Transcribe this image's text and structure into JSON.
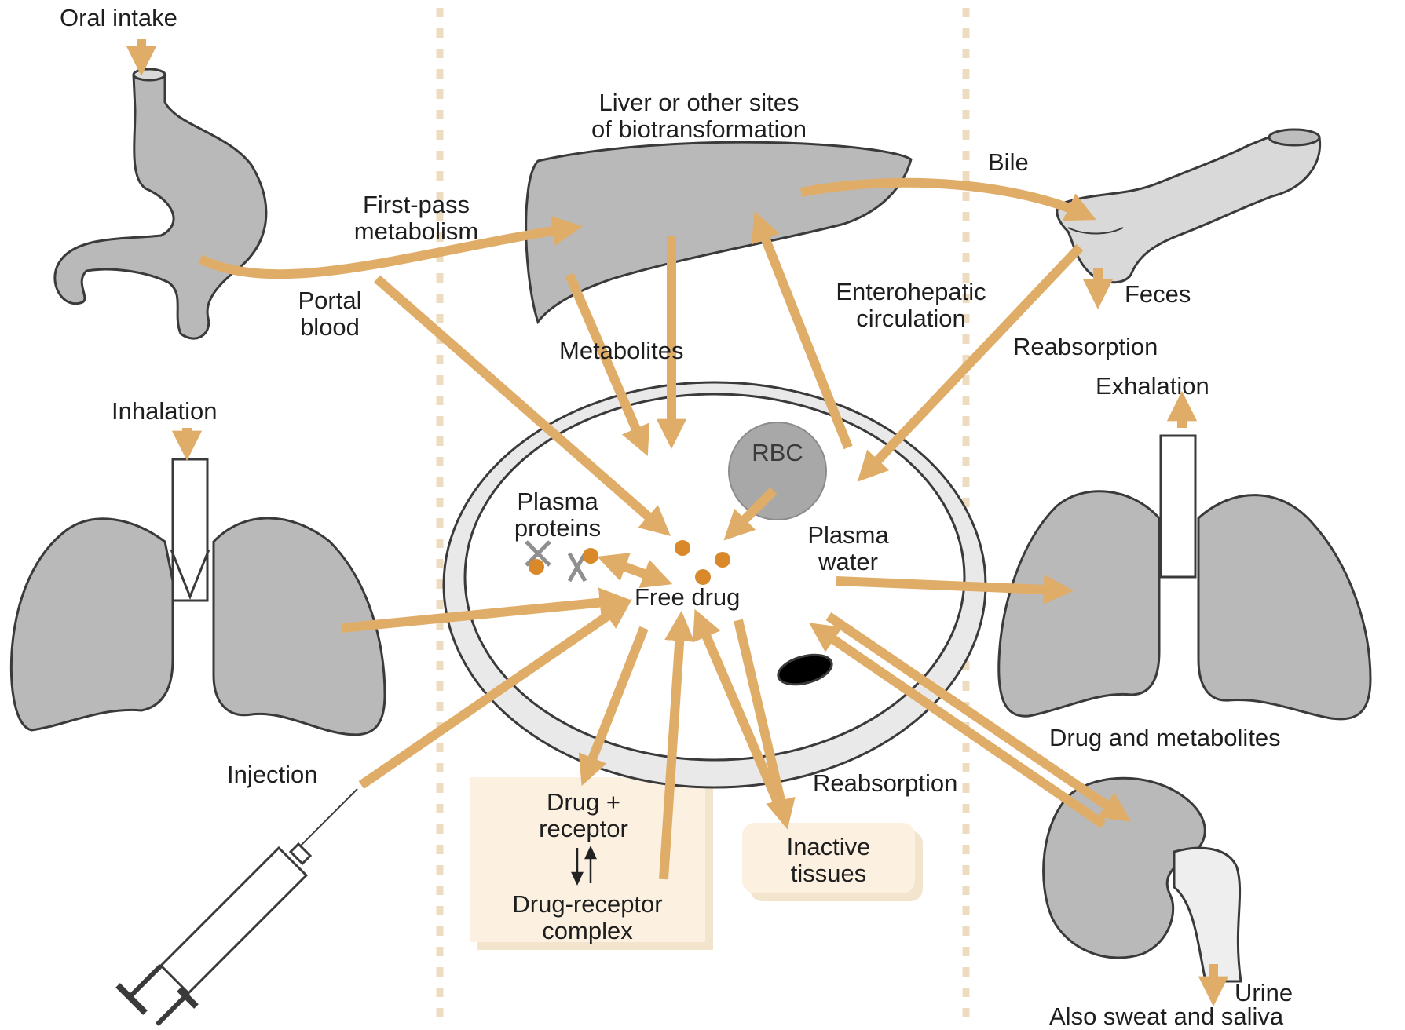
{
  "colors": {
    "arrow": "#e0ad68",
    "organ_fill": "#b9b9b9",
    "organ_light": "#d9d9d9",
    "outline": "#3a3a3a",
    "divider": "#eddcc0",
    "box_fill": "#fcf1e1",
    "dot": "#d9892a"
  },
  "icons": [
    "stomach-icon",
    "liver-icon",
    "intestine-icon",
    "lungs-icon",
    "syringe-icon",
    "kidney-icon",
    "blood-vessel-icon",
    "red-blood-cell-icon"
  ],
  "labels": {
    "oral_intake": "Oral intake",
    "first_pass_1": "First-pass",
    "first_pass_2": "metabolism",
    "portal_1": "Portal",
    "portal_2": "blood",
    "liver_1": "Liver or other sites",
    "liver_2": "of biotransformation",
    "bile": "Bile",
    "feces": "Feces",
    "entero_1": "Enterohepatic",
    "entero_2": "circulation",
    "metabolites": "Metabolites",
    "reabsorption_top": "Reabsorption",
    "exhalation": "Exhalation",
    "inhalation": "Inhalation",
    "rbc": "RBC",
    "plasma_proteins_1": "Plasma",
    "plasma_proteins_2": "proteins",
    "plasma_water_1": "Plasma",
    "plasma_water_2": "water",
    "free_drug": "Free drug",
    "injection": "Injection",
    "drug_receptor_1": "Drug +",
    "drug_receptor_2": "receptor",
    "complex_1": "Drug-receptor",
    "complex_2": "complex",
    "inactive_1": "Inactive",
    "inactive_2": "tissues",
    "reabsorption_bottom": "Reabsorption",
    "drug_and_metabolites": "Drug and metabolites",
    "urine": "Urine",
    "sweat_saliva": "Also sweat and saliva"
  }
}
